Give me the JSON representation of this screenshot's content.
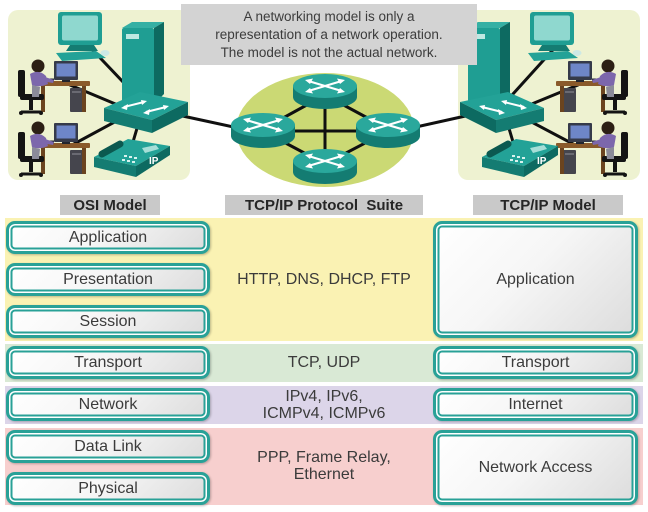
{
  "note": {
    "lines": [
      "A networking model is only a",
      "representation of a network operation.",
      "The model is not the actual network."
    ]
  },
  "columns": {
    "osi": {
      "header": "OSI Model",
      "layers": [
        "Application",
        "Presentation",
        "Session",
        "Transport",
        "Network",
        "Data Link",
        "Physical"
      ]
    },
    "suite": {
      "header": "TCP/IP Protocol  Suite",
      "groups": {
        "application": "HTTP, DNS, DHCP, FTP",
        "transport": "TCP, UDP",
        "internet_lines": [
          "IPv4, IPv6,",
          "ICMPv4, ICMPv6"
        ],
        "network_access_lines": [
          "PPP, Frame Relay,",
          "Ethernet"
        ]
      }
    },
    "tcpip": {
      "header": "TCP/IP Model",
      "layers": [
        "Application",
        "Transport",
        "Internet",
        "Network Access"
      ]
    }
  },
  "colors": {
    "teal_border": "#29A197",
    "band_application": "#FAF2B3",
    "band_transport": "#D9E9D5",
    "band_internet": "#DCD5E9",
    "band_network_access": "#F7CFCE",
    "panel_bg": "#EEF2D1",
    "cloud": "#CBD974",
    "note_bg": "#D3D3D3",
    "header_bg": "#C9C9C9",
    "device_teal": "#1F9E93",
    "line": "#101010",
    "text": "#3B3B3B"
  },
  "icons": {
    "ip_phone_label": "IP"
  }
}
